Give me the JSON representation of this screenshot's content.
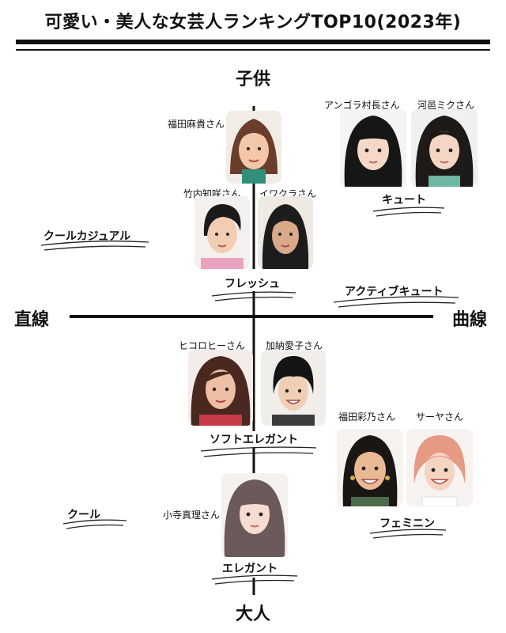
{
  "title": "可愛い・美人な女芸人ランキングTOP10(2023年)",
  "axes": {
    "top": "子供",
    "bottom": "大人",
    "left": "直線",
    "right": "曲線"
  },
  "categories": {
    "cool_casual": "クールカジュアル",
    "fresh": "フレッシュ",
    "cute": "キュート",
    "active_cute": "アクティブキュート",
    "soft_elegant": "ソフトエレガント",
    "cool": "クール",
    "elegant": "エレガント",
    "feminine": "フェミニン"
  },
  "people": {
    "fukuda_maki": "福田麻貴さん",
    "takeuchi": "竹内知咲さん",
    "iwakura": "イワクラさん",
    "angora": "アンゴラ村長さん",
    "kawamura": "河邑ミクさん",
    "hikoro": "ヒコロヒーさん",
    "kanou": "加納愛子さん",
    "fukuda_ayano": "福田彩乃さん",
    "saaya": "サーヤさん",
    "kodera": "小寺真理さん"
  }
}
